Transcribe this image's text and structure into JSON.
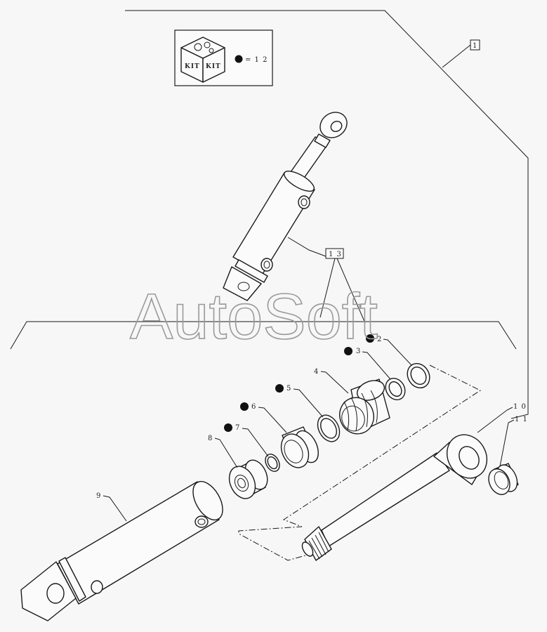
{
  "kit_box": {
    "icon_text_1": "KIT",
    "icon_text_2": "KIT",
    "legend": "= 1 2"
  },
  "callouts": [
    {
      "id": "c1",
      "label": "1"
    },
    {
      "id": "c13",
      "label": "1 3"
    }
  ],
  "part_labels": [
    {
      "id": "p2",
      "label": "2",
      "kit": true
    },
    {
      "id": "p3",
      "label": "3",
      "kit": true
    },
    {
      "id": "p4",
      "label": "4",
      "kit": false
    },
    {
      "id": "p5",
      "label": "5",
      "kit": true
    },
    {
      "id": "p6",
      "label": "6",
      "kit": true
    },
    {
      "id": "p7",
      "label": "7",
      "kit": true
    },
    {
      "id": "p8",
      "label": "8",
      "kit": false
    },
    {
      "id": "p9",
      "label": "9",
      "kit": false
    },
    {
      "id": "p10",
      "label": "1 0",
      "kit": false
    },
    {
      "id": "p11",
      "label": "1 1",
      "kit": false
    }
  ],
  "watermark": "AutoSoft",
  "colors": {
    "ink": "#1a1a1a",
    "paper": "#f7f7f7",
    "watermark": "#9a9a9a"
  }
}
